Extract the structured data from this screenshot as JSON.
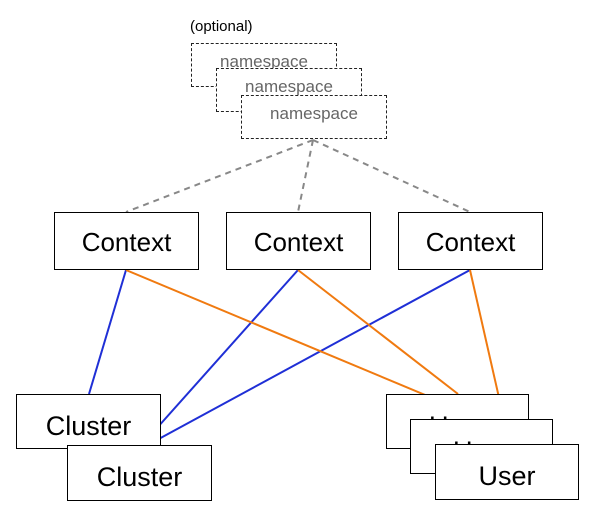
{
  "optional_label": "(optional)",
  "namespace_label": "namespace",
  "context_label": "Context",
  "cluster_label": "Cluster",
  "user_label": "User",
  "colors": {
    "context_cluster_line": "#1f2fd6",
    "context_user_line": "#f07a10",
    "namespace_link": "#888888",
    "box_border": "#000000"
  }
}
